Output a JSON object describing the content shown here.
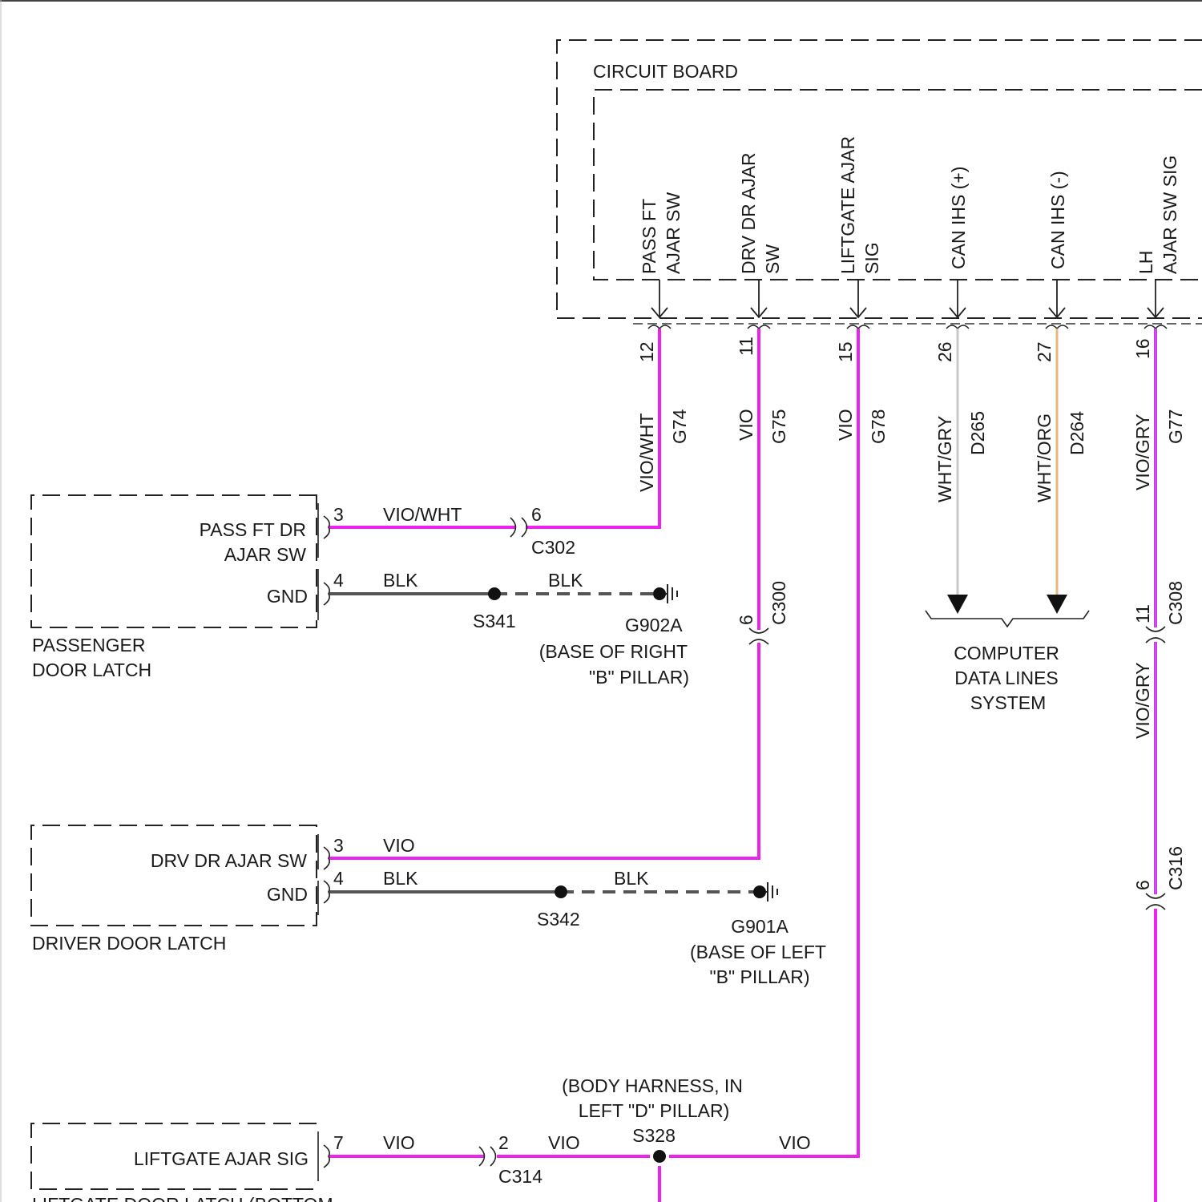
{
  "colors": {
    "vio": "#ee22ee",
    "gry_wire": "#c8c8c8",
    "org_wire": "#e7b77b",
    "gry_stripe": "#8a7fe0",
    "blk_wire": "#555555",
    "line": "#222222"
  },
  "module": {
    "title": "CIRCUIT BOARD",
    "pins": [
      {
        "label_lines": [
          "PASS FT",
          "AJAR SW"
        ],
        "pin": "12",
        "color_code": "VIO/WHT",
        "circuit": "G74"
      },
      {
        "label_lines": [
          "DRV DR AJAR",
          "SW"
        ],
        "pin": "11",
        "color_code": "VIO",
        "circuit": "G75"
      },
      {
        "label_lines": [
          "LIFTGATE AJAR",
          "SIG"
        ],
        "pin": "15",
        "color_code": "VIO",
        "circuit": "G78"
      },
      {
        "label_lines": [
          "CAN IHS (+)"
        ],
        "pin": "26",
        "color_code": "WHT/GRY",
        "circuit": "D265"
      },
      {
        "label_lines": [
          "CAN IHS (-)"
        ],
        "pin": "27",
        "color_code": "WHT/ORG",
        "circuit": "D264"
      },
      {
        "label_lines": [
          "LH",
          "AJAR SW SIG"
        ],
        "pin": "16",
        "color_code": "VIO/GRY",
        "circuit": "G77"
      }
    ]
  },
  "passenger_latch": {
    "name_lines": [
      "PASSENGER",
      "DOOR LATCH"
    ],
    "sig_label_lines": [
      "PASS FT DR",
      "AJAR SW"
    ],
    "gnd_label": "GND",
    "sig_pin": "3",
    "gnd_pin": "4",
    "sig_wire": "VIO/WHT",
    "gnd_wire_left": "BLK",
    "gnd_wire_right": "BLK",
    "connector_pin": "6",
    "connector": "C302",
    "splice": "S341",
    "ground": "G902A",
    "ground_loc_lines": [
      "(BASE OF RIGHT",
      "\"B\" PILLAR)"
    ]
  },
  "driver_latch": {
    "name": "DRIVER DOOR LATCH",
    "sig_label": "DRV DR AJAR SW",
    "gnd_label": "GND",
    "sig_pin": "3",
    "gnd_pin": "4",
    "sig_wire": "VIO",
    "gnd_wire_left": "BLK",
    "gnd_wire_right": "BLK",
    "splice": "S342",
    "ground": "G901A",
    "ground_loc_lines": [
      "(BASE OF LEFT",
      "\"B\" PILLAR)"
    ]
  },
  "c300": {
    "pin": "6",
    "name": "C300"
  },
  "c308": {
    "pin": "11",
    "name": "C308",
    "wire_below": "VIO/GRY"
  },
  "c316": {
    "pin": "6",
    "name": "C316"
  },
  "data_lines": {
    "label_lines": [
      "COMPUTER",
      "DATA LINES",
      "SYSTEM"
    ]
  },
  "liftgate": {
    "sig_label": "LIFTGATE AJAR SIG",
    "sig_pin": "7",
    "wire1": "VIO",
    "connector_pin": "2",
    "connector": "C314",
    "wire2": "VIO",
    "splice": "S328",
    "splice_loc_lines": [
      "(BODY HARNESS, IN",
      "LEFT \"D\" PILLAR)"
    ],
    "wire3": "VIO",
    "latch_name": "LIFTGATE DOOR LATCH (BOTTOM"
  }
}
